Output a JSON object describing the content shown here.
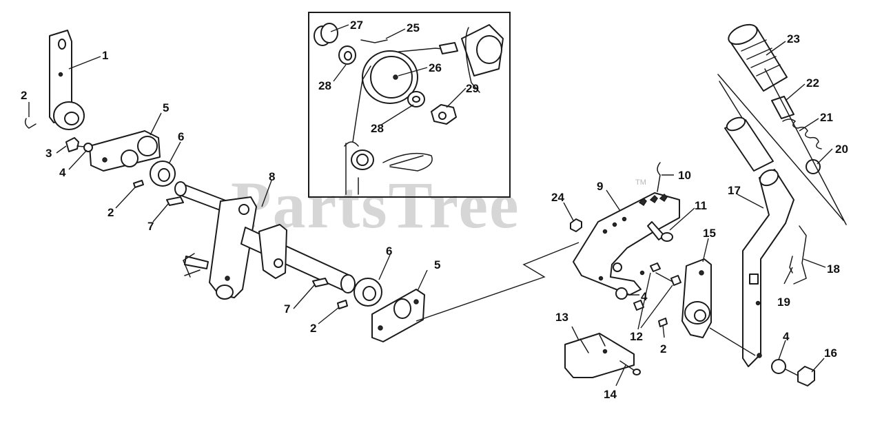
{
  "watermark": {
    "text": "PartsTree",
    "trademark": "TM"
  },
  "callouts": {
    "c1": "1",
    "c2a": "2",
    "c3": "3",
    "c4a": "4",
    "c5a": "5",
    "c6a": "6",
    "c2b": "2",
    "c7a": "7",
    "c8": "8",
    "c7b": "7",
    "c2c": "2",
    "c6b": "6",
    "c5b": "5",
    "c27": "27",
    "c25": "25",
    "c28a": "28",
    "c26": "26",
    "c29": "29",
    "c28b": "28",
    "c23": "23",
    "c22": "22",
    "c21": "21",
    "c20": "20",
    "c17": "17",
    "c18": "18",
    "c19": "19",
    "c4c": "4",
    "c16": "16",
    "c10": "10",
    "c9": "9",
    "c24": "24",
    "c11": "11",
    "c15": "15",
    "c4b": "4",
    "c12": "12",
    "c2d": "2",
    "c13": "13",
    "c14": "14"
  }
}
